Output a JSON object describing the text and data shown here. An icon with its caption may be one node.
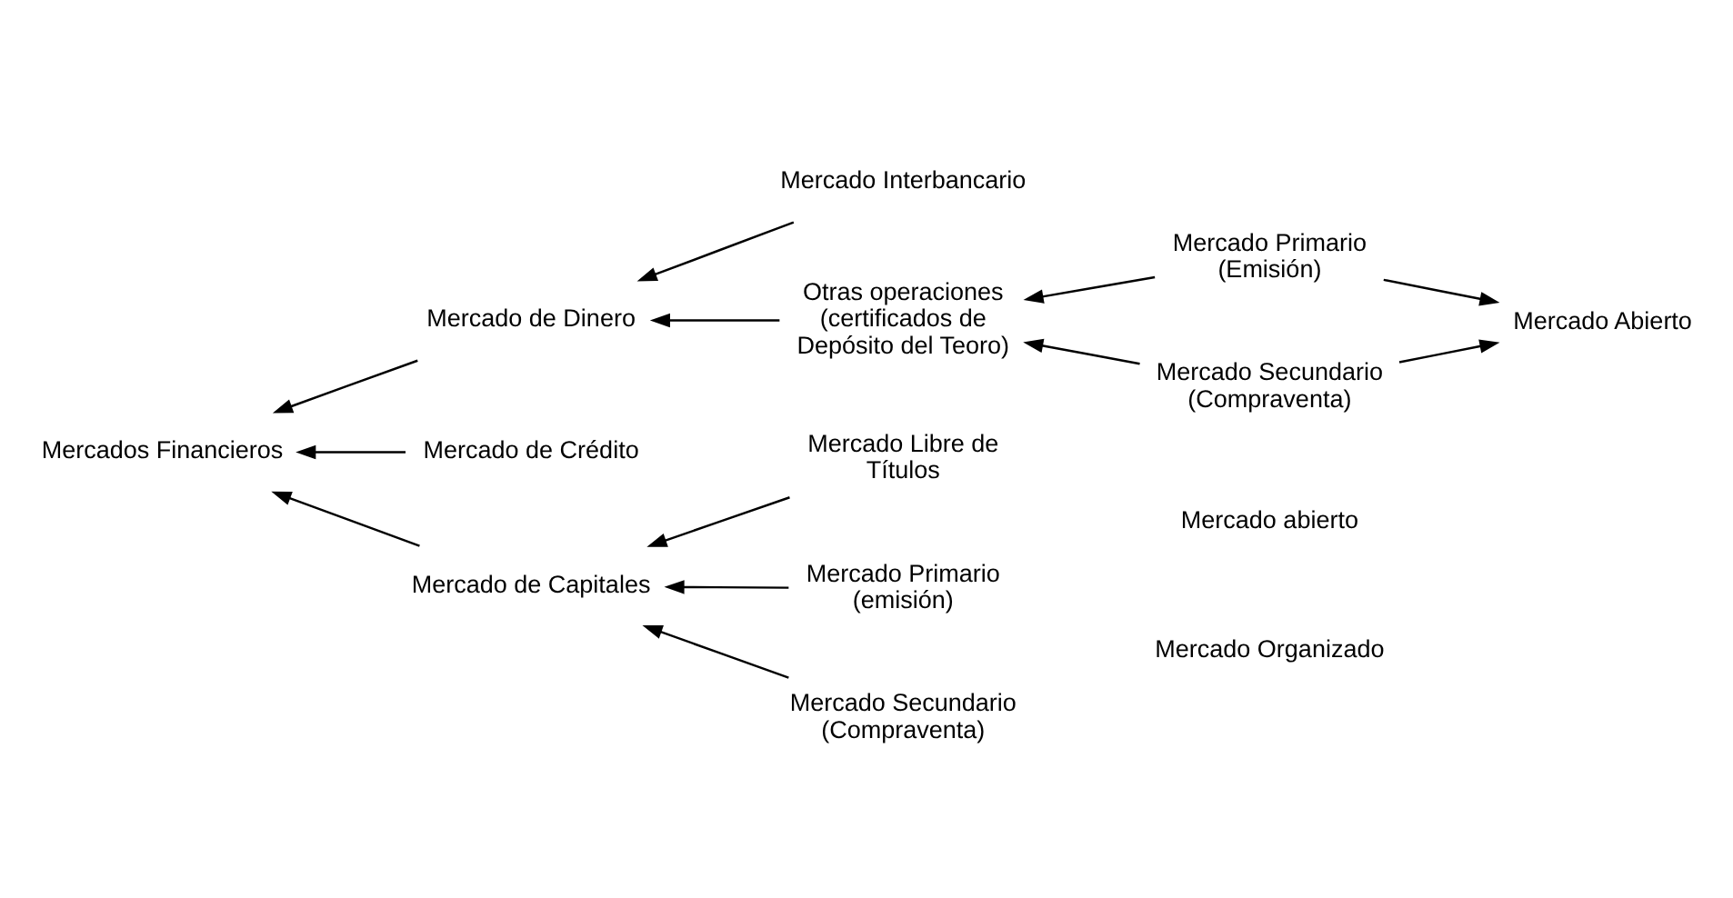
{
  "diagram": {
    "nodes": [
      {
        "text": [
          "Mercados Financieros"
        ]
      },
      {
        "text": [
          "Mercado de Dinero"
        ]
      },
      {
        "text": [
          "Mercado de Crédito"
        ]
      },
      {
        "text": [
          "Mercado de Capitales"
        ]
      },
      {
        "text": [
          "Mercado Interbancario"
        ]
      },
      {
        "text": [
          "Otras operaciones (certificados de Depósito del Teoro)"
        ]
      },
      {
        "text": [
          "Mercado Primario (Emisión)"
        ]
      },
      {
        "text": [
          "Mercado Secundario (Compraventa)"
        ]
      },
      {
        "text": [
          "Mercado Abierto"
        ]
      },
      {
        "text": [
          "Mercado Libre de Títulos"
        ]
      },
      {
        "text": [
          "Mercado Primario (emisión)"
        ]
      },
      {
        "text": [
          "Mercado Secundario (Compraventa)"
        ]
      }
    ],
    "edges": [
      {
        "from": 1,
        "to": 0,
        "arrow": "to"
      },
      {
        "from": 2,
        "to": 0,
        "arrow": "to"
      },
      {
        "from": 3,
        "to": 0,
        "arrow": "to"
      },
      {
        "from": 4,
        "to": 1,
        "arrow": "to"
      },
      {
        "from": 5,
        "to": 1,
        "arrow": "to"
      },
      {
        "from": 6,
        "to": 5,
        "arrow": "to"
      },
      {
        "from": 7,
        "to": 5,
        "arrow": "to"
      },
      {
        "from": 6,
        "to": 8,
        "arrow": "to"
      },
      {
        "from": 7,
        "to": 8,
        "arrow": "to"
      },
      {
        "from": 9,
        "to": 3,
        "arrow": "to"
      },
      {
        "from": 10,
        "to": 3,
        "arrow": "to"
      },
      {
        "from": 11,
        "to": 3,
        "arrow": "to"
      }
    ],
    "labels": [
      "Mercado abierto",
      "Mercado Organizado"
    ]
  }
}
